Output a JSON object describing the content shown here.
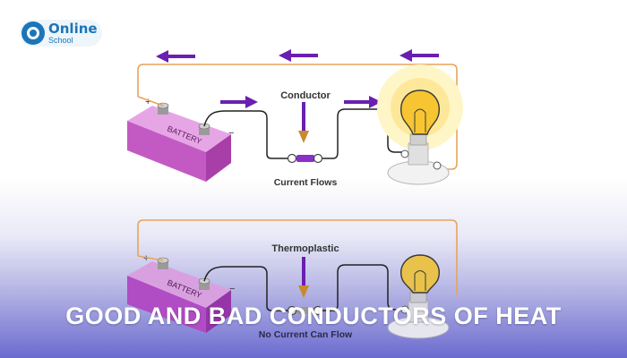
{
  "logo": {
    "name": "Online",
    "sub": "School"
  },
  "top_circuit": {
    "battery_label": "BATTERY",
    "plus_sign": "+",
    "minus_sign": "−",
    "material_label": "Conductor",
    "result_label": "Current Flows"
  },
  "bottom_circuit": {
    "battery_label": "BATTERY",
    "plus_sign": "+",
    "minus_sign": "−",
    "material_label": "Thermoplastic",
    "result_label": "No Current Can Flow"
  },
  "banner": {
    "title": "GOOD AND BAD CONDUCTORS OF HEAT"
  },
  "colors": {
    "battery_fill": "#c35ac3",
    "arrow": "#6a1fb0",
    "down_arrow": "#c98a2e",
    "loop_wire": "#e8a35a",
    "bulb_glow": "#fff3b0",
    "banner_bg": "#5c5cc8"
  }
}
